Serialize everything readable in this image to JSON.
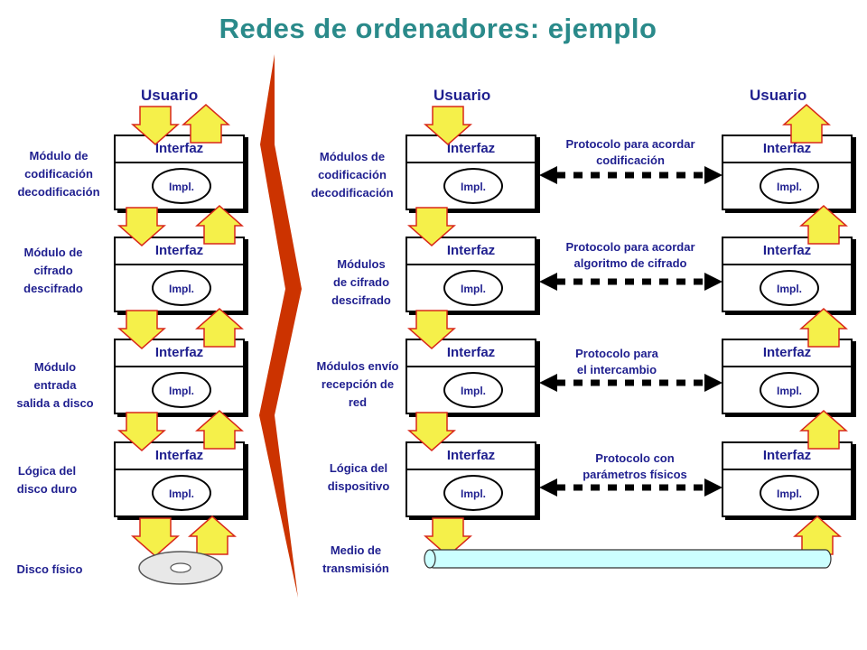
{
  "title": "Redes de ordenadores: ejemplo",
  "users": {
    "left": "Usuario",
    "middle": "Usuario",
    "right": "Usuario"
  },
  "box": {
    "interface": "Interfaz",
    "impl": "Impl."
  },
  "left_labels": [
    "Módulo de\ncodificación\ndecodificación",
    "Módulo de\ncifrado\ndescifrado",
    "Módulo\nentrada\nsalida a disco",
    "Lógica del\ndisco duro"
  ],
  "left_bottom_label": "Disco físico",
  "middle_labels": [
    "Módulos de\ncodificación\ndecodificación",
    "Módulos\nde cifrado\ndescifrado",
    "Módulos envío\nrecepción de\nred",
    "Lógica del\ndispositivo"
  ],
  "middle_bottom_label": "Medio de\ntransmisión",
  "protocols": [
    "Protocolo para acordar\ncodificación",
    "Protocolo para acordar\nalgoritmo de cifrado",
    "Protocolo para\nel intercambio",
    "Protocolo con\nparámetros físicos"
  ],
  "colors": {
    "title": "#2a8a8a",
    "text": "#1f1f8f",
    "arrow_fill": "#f5f04a",
    "arrow_stroke": "#d8281a",
    "divider": "#cc3300",
    "medium": "#ccffff"
  }
}
